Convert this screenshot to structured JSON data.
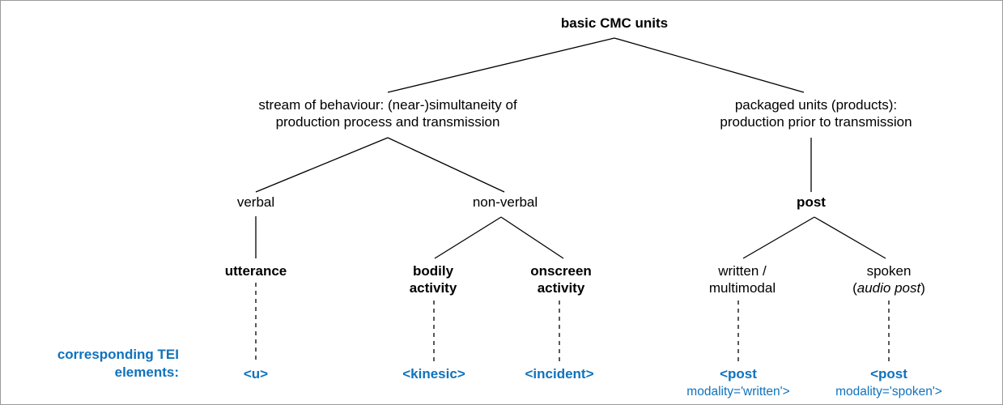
{
  "diagram": {
    "title": "basic CMC units",
    "accent_blue": "#0f72bd",
    "line_color": "#000000",
    "background": "#ffffff",
    "legend_label": "corresponding TEI\nelements:",
    "nodes": {
      "root": "basic CMC units",
      "stream": "stream of behaviour: (near-)simultaneity of\nproduction process and transmission",
      "packaged": "packaged units (products):\nproduction prior to transmission",
      "verbal": "verbal",
      "nonverbal": "non-verbal",
      "post": "post",
      "utterance": "utterance",
      "bodily": "bodily\nactivity",
      "onscreen": "onscreen\nactivity",
      "written": "written /\nmultimodal",
      "spoken_line1": "spoken",
      "spoken_line2_open": "(",
      "spoken_line2_italic": "audio post",
      "spoken_line2_close": ")"
    },
    "tei": {
      "u": "<u>",
      "kinesic": "<kinesic>",
      "incident": "<incident>",
      "post_written_tag": "<post",
      "post_written_attr": "modality='written'>",
      "post_spoken_tag": "<post",
      "post_spoken_attr": "modality='spoken'>"
    }
  }
}
